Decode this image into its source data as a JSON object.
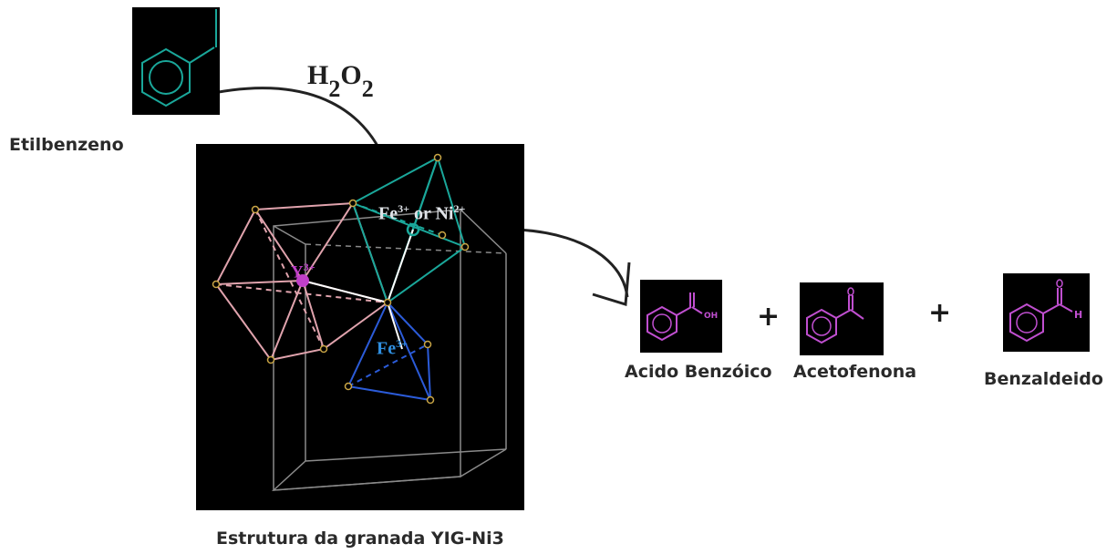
{
  "reactant": {
    "label": "Etilbenzeno"
  },
  "oxidant": {
    "main1": "H",
    "sub1": "2",
    "main2": "O",
    "sub2": "2"
  },
  "catalyst": {
    "label": "Estrutura da granada YIG-Ni3",
    "site_fe_ni": {
      "el1": "Fe",
      "ch1": "3+",
      "mid": " or ",
      "el2": "Ni",
      "ch2": "2+"
    },
    "site_y": {
      "el": "Y",
      "ch": "3+"
    },
    "site_fe": {
      "el": "Fe",
      "ch": "3+"
    }
  },
  "products": [
    {
      "label": "Acido Benzóico",
      "group_text": "OH"
    },
    {
      "label": "Acetofenona"
    },
    {
      "label": "Benzaldeido",
      "group_text": "H"
    }
  ],
  "plus_sign": "+",
  "colors": {
    "teal": "#1aa79a",
    "magenta": "#c04fd0",
    "pink": "#e0a3ad",
    "blue": "#2b5bd8",
    "gray": "#8a8a8a",
    "gold": "#c9a545"
  }
}
